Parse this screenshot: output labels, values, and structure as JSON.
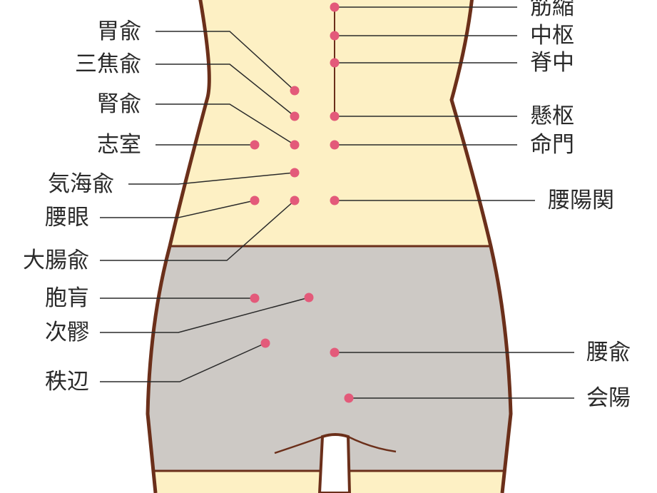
{
  "colors": {
    "skin": "#fdf0c4",
    "shorts": "#cdc9c5",
    "outline": "#6b2f1a",
    "point": "#e35a7a",
    "leader": "#2a2a2a",
    "text": "#2a2a2a"
  },
  "labels_left": [
    "胃兪",
    "三焦兪",
    "腎兪",
    "志室",
    "気海兪",
    "腰眼",
    "大腸兪",
    "胞肓",
    "次髎",
    "秩辺"
  ],
  "labels_right": [
    "筋縮",
    "中枢",
    "脊中",
    "懸枢",
    "命門",
    "腰陽関",
    "腰兪",
    "会陽"
  ]
}
